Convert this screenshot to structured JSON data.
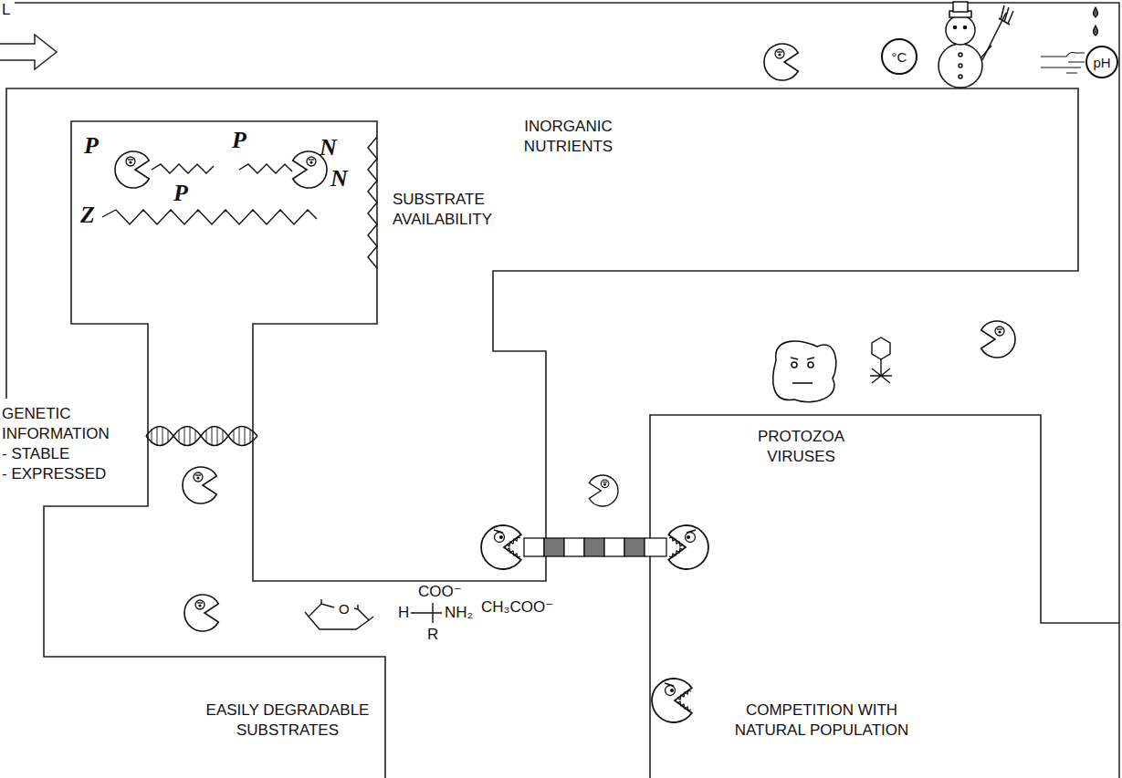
{
  "diagram": {
    "nodes": [
      {
        "text": [
          "°C"
        ]
      },
      {
        "text": [
          "pH"
        ]
      }
    ],
    "labels": [
      "L",
      "P",
      "P",
      "N",
      "INORGANIC NUTRIENTS",
      "P",
      "N",
      "SUBSTRATE AVAILABILITY",
      "Z",
      "GENETIC INFORMATION",
      "- STABLE",
      "- EXPRESSED",
      "PROTOZOA VIRUSES",
      "O",
      "COO⁻",
      "H",
      "NH₂",
      "CH₃COO⁻",
      "R",
      "COMPETITION WITH NATURAL POPULATION",
      "EASILY DEGRADABLE SUBSTRATES"
    ]
  }
}
